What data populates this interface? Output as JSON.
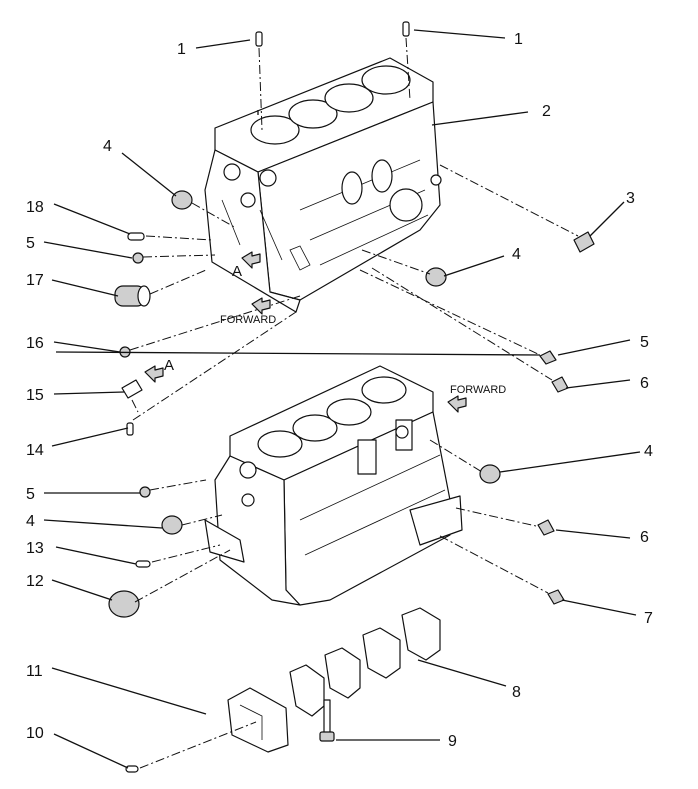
{
  "diagram": {
    "forward_upper": "FORWARD",
    "forward_lower": "FORWARD",
    "view_label_upper": "A",
    "view_label_lower": "A",
    "callouts_left": [
      "1",
      "4",
      "18",
      "5",
      "17",
      "16",
      "15",
      "14",
      "5",
      "4",
      "13",
      "12",
      "11",
      "10"
    ],
    "callouts_right": [
      "1",
      "2",
      "3",
      "4",
      "5",
      "6",
      "4",
      "6",
      "7",
      "8",
      "9"
    ]
  }
}
